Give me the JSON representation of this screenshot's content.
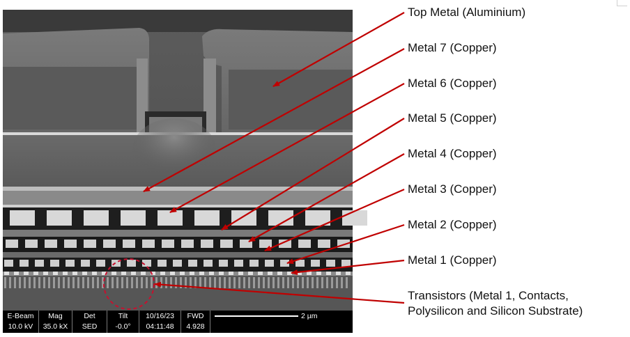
{
  "labels": [
    {
      "id": "top-metal",
      "text": "Top Metal (Aluminium)"
    },
    {
      "id": "metal-7",
      "text": "Metal 7 (Copper)"
    },
    {
      "id": "metal-6",
      "text": "Metal 6 (Copper)"
    },
    {
      "id": "metal-5",
      "text": "Metal 5 (Copper)"
    },
    {
      "id": "metal-4",
      "text": "Metal 4 (Copper)"
    },
    {
      "id": "metal-3",
      "text": "Metal 3 (Copper)"
    },
    {
      "id": "metal-2",
      "text": "Metal 2 (Copper)"
    },
    {
      "id": "metal-1",
      "text": "Metal 1 (Copper)"
    },
    {
      "id": "transistors",
      "line1": "Transistors (Metal 1, Contacts,",
      "line2": "Polysilicon and Silicon Substrate)"
    }
  ],
  "databar": {
    "ebeam": {
      "header": "E-Beam",
      "value": "10.0 kV"
    },
    "mag": {
      "header": "Mag",
      "value": "35.0 kX"
    },
    "det": {
      "header": "Det",
      "value": "SED"
    },
    "tilt": {
      "header": "Tilt",
      "value": "-0.0°"
    },
    "datetime": {
      "date": "10/16/23",
      "time": "04:11:48"
    },
    "fwd": {
      "header": "FWD",
      "value": "4.928"
    },
    "scale": {
      "label": "2 µm"
    }
  },
  "colors": {
    "arrow": "#c00000",
    "circle": "#c8102e"
  }
}
